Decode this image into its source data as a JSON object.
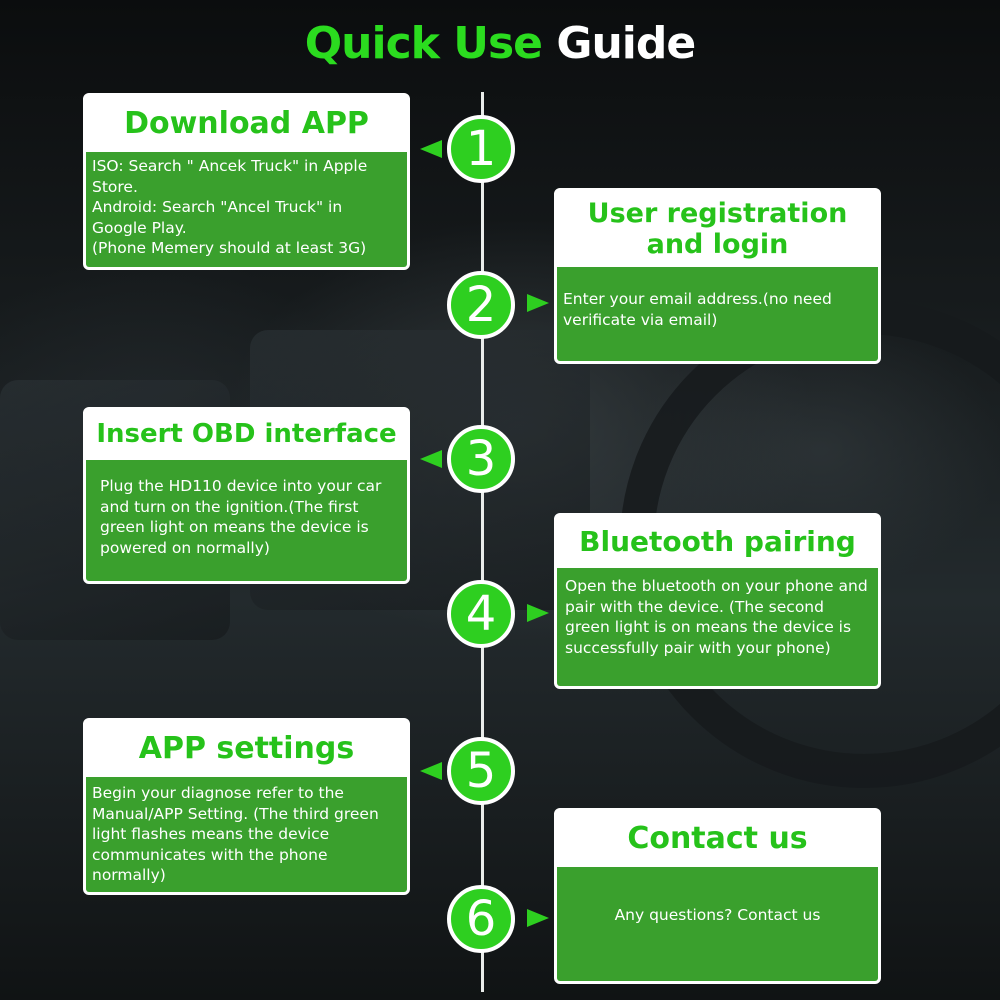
{
  "title": {
    "part1": "Quick Use",
    "part2": "Guide"
  },
  "colors": {
    "accent_green": "#2ecf20",
    "card_body_green": "#3aa02d",
    "heading_green": "#26c21a"
  },
  "steps": [
    {
      "number": "1",
      "heading": "Download APP",
      "body": "ISO: Search \" Ancek Truck\" in Apple Store.\nAndroid: Search \"Ancel Truck\" in Google Play.\n(Phone Memery should at least 3G)"
    },
    {
      "number": "2",
      "heading": "User registration and login",
      "body": "Enter your email address.(no need verificate via email)"
    },
    {
      "number": "3",
      "heading": "Insert OBD interface",
      "body": "Plug the HD110 device into your car and turn on the ignition.(The first green light on means the device is powered on normally)"
    },
    {
      "number": "4",
      "heading": "Bluetooth pairing",
      "body": "Open the bluetooth on your phone and pair with the device.  (The second green light is on means the device is successfully pair with your phone)"
    },
    {
      "number": "5",
      "heading": "APP settings",
      "body": "Begin your diagnose refer to the Manual/APP Setting.  (The third green light flashes means the device communicates with the phone normally)"
    },
    {
      "number": "6",
      "heading": "Contact us",
      "body": "Any questions? Contact us"
    }
  ]
}
